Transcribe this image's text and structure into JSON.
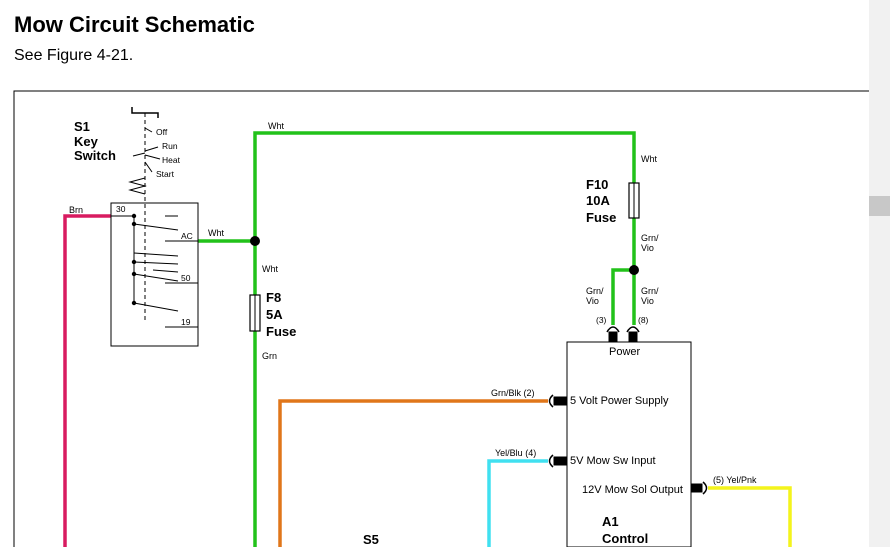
{
  "document": {
    "title": "Mow Circuit Schematic",
    "subtitle": "See Figure 4-21."
  },
  "colors": {
    "brn": "#d81b60",
    "wht": "#22c21a",
    "grn": "#22c21a",
    "grn_blk": "#e0761a",
    "yel_blu": "#40e0f0",
    "yel_pnk": "#f4f41c"
  },
  "components": {
    "s1": {
      "id": "S1",
      "name_line1": "Key",
      "name_line2": "Switch"
    },
    "key_positions": [
      "Off",
      "Run",
      "Heat",
      "Start"
    ],
    "switch_terminals": {
      "t30": "30",
      "tac": "AC",
      "t50": "50",
      "t19": "19"
    },
    "f10": {
      "id": "F10",
      "rating": "10A",
      "type": "Fuse"
    },
    "f8": {
      "id": "F8",
      "rating": "5A",
      "type": "Fuse"
    },
    "a1": {
      "id": "A1",
      "name": "Control",
      "section": "Power",
      "pins": [
        "5 Volt Power Supply",
        "5V Mow Sw Input",
        "12V Mow Sol Output"
      ]
    },
    "s5": {
      "id": "S5"
    }
  },
  "wires": {
    "brn": "Brn",
    "wht_top": "Wht",
    "wht_ac": "Wht",
    "wht_f10": "Wht",
    "grn_vio_a": "Grn/\nVio",
    "grn_vio_b": "Grn/\nVio",
    "grn_vio_c": "Grn/\nVio",
    "wht_f8": "Wht",
    "grn": "Grn",
    "grn_blk": "Grn/Blk (2)",
    "yel_blu": "Yel/Blu (4)",
    "yel_pnk": "(5) Yel/Pnk"
  },
  "connector_pins": {
    "p3": "(3)",
    "p8": "(8)"
  }
}
